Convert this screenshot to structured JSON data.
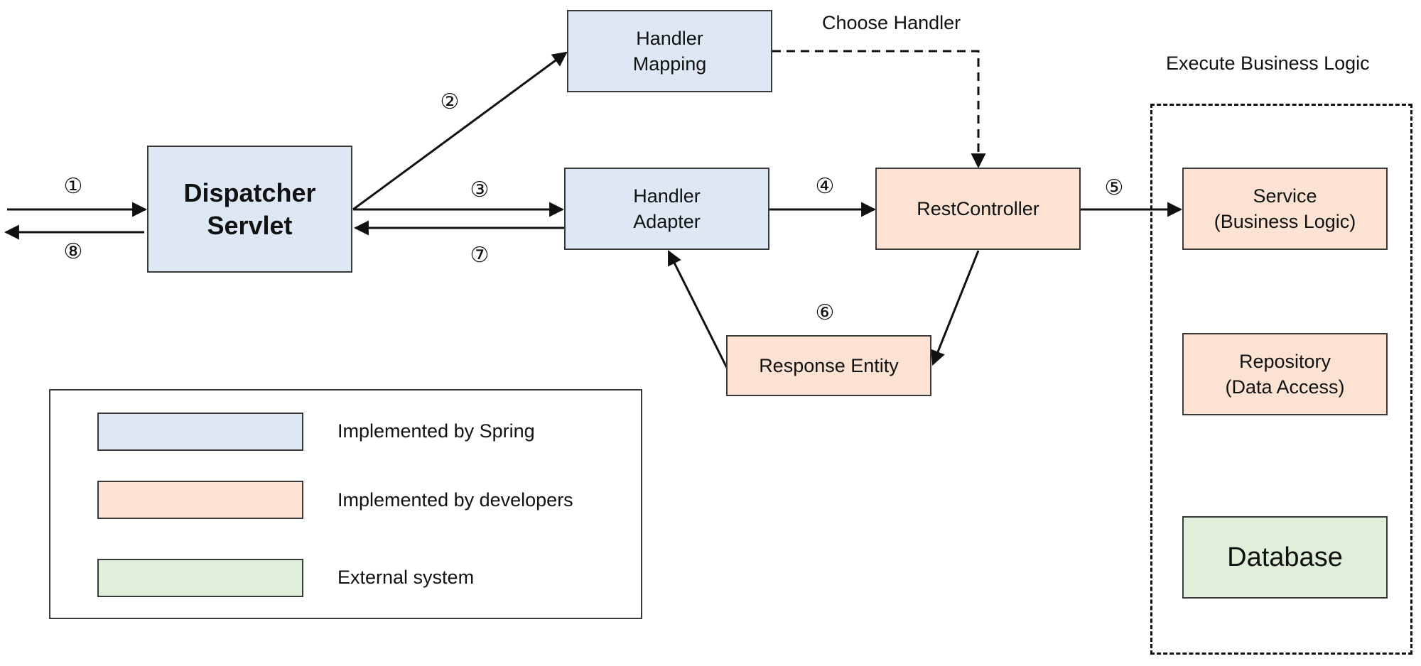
{
  "nodes": {
    "dispatcher": "Dispatcher\nServlet",
    "handler_mapping": "Handler\nMapping",
    "handler_adapter": "Handler\nAdapter",
    "rest_controller": "RestController",
    "response_entity": "Response Entity",
    "service": "Service\n(Business Logic)",
    "repository": "Repository\n(Data Access)",
    "database": "Database"
  },
  "labels": {
    "choose_handler": "Choose Handler",
    "execute_business_logic": "Execute Business Logic"
  },
  "steps": [
    "①",
    "②",
    "③",
    "④",
    "⑤",
    "⑥",
    "⑦",
    "⑧"
  ],
  "legend": [
    {
      "label": "Implemented by Spring",
      "color": "#dde8f4"
    },
    {
      "label": "Implemented by developers",
      "color": "#fbe2d2"
    },
    {
      "label": "External system",
      "color": "#e0efd9"
    }
  ]
}
